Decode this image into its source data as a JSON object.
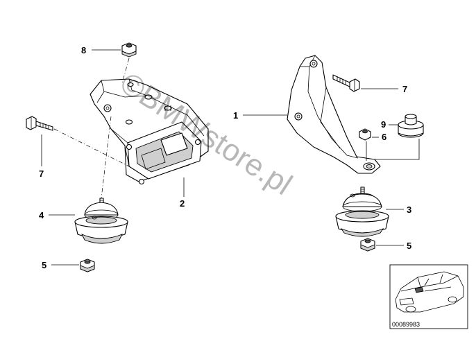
{
  "callouts": {
    "c1": "1",
    "c2": "2",
    "c3": "3",
    "c4": "4",
    "c5a": "5",
    "c5b": "5",
    "c6": "6",
    "c7a": "7",
    "c7b": "7",
    "c8": "8",
    "c9": "9"
  },
  "watermark": "©BMWstore.pl",
  "image_ref": "00089983"
}
